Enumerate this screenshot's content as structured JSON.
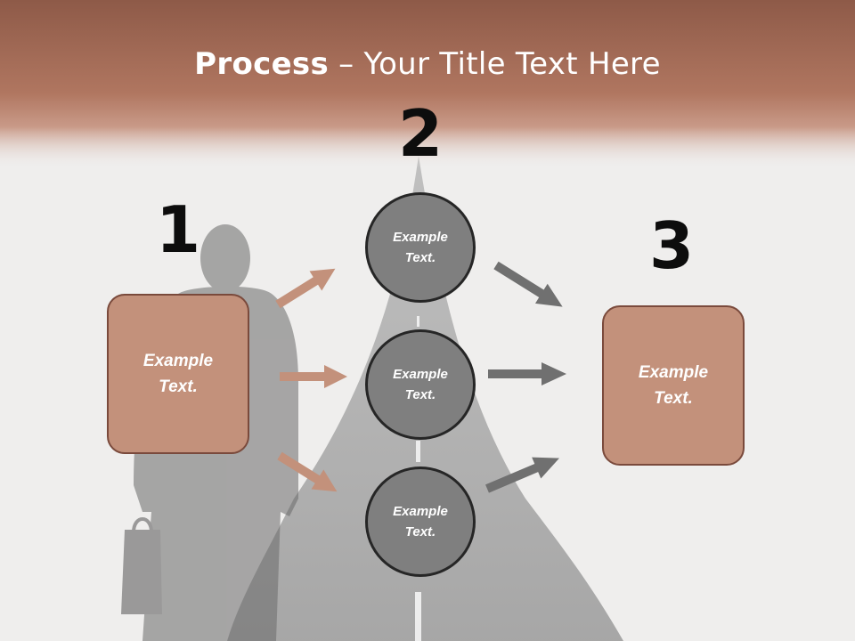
{
  "title": {
    "bold": "Process",
    "rest": " – Your Title Text Here"
  },
  "steps": {
    "one": "1",
    "two": "2",
    "three": "3"
  },
  "left_box": {
    "text": "Example\nText."
  },
  "right_box": {
    "text": "Example\nText."
  },
  "circles": [
    {
      "text": "Example\nText."
    },
    {
      "text": "Example\nText."
    },
    {
      "text": "Example\nText."
    }
  ],
  "colors": {
    "header": "#a86b55",
    "box_fill": "#c3917b",
    "box_border": "#7a4a3c",
    "circle_fill": "#7f7f7f",
    "circle_border": "#262626",
    "arrow_left": "#c3917b",
    "arrow_right": "#707070"
  }
}
